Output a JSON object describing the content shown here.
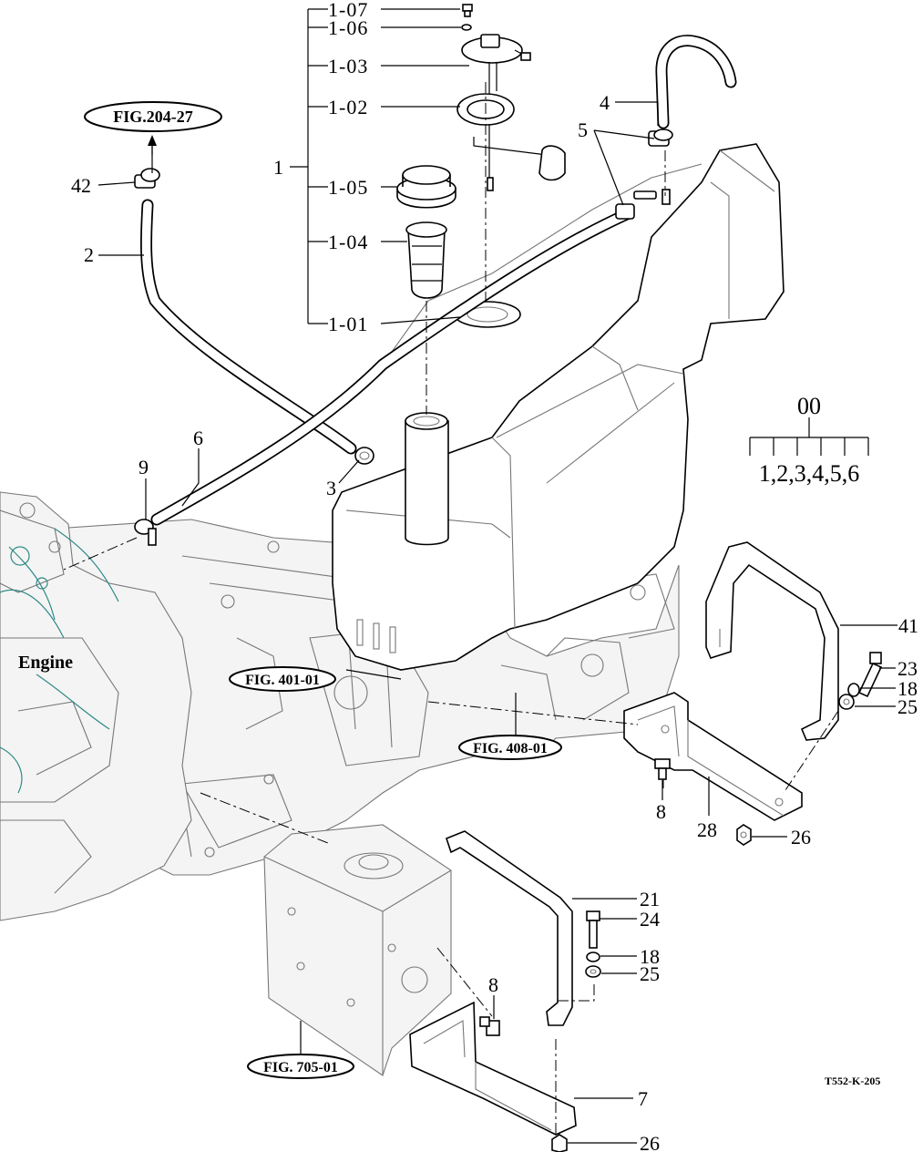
{
  "drawing_code": "T552-K-205",
  "engine_label": "Engine",
  "figure_refs": {
    "fig_204_27": "FIG.204-27",
    "fig_401_01": "FIG. 401-01",
    "fig_408_01": "FIG. 408-01",
    "fig_705_01": "FIG. 705-01"
  },
  "tree": {
    "root_label": "1",
    "items": [
      "1-07",
      "1-06",
      "1-03",
      "1-02",
      "1-05",
      "1-04",
      "1-01"
    ]
  },
  "assembly_key": {
    "top": "00",
    "bottom": "1,2,3,4,5,6"
  },
  "callouts": {
    "c42": "42",
    "c2": "2",
    "c6": "6",
    "c9": "9",
    "c3": "3",
    "c4": "4",
    "c5": "5",
    "c41": "41",
    "c23": "23",
    "c18a": "18",
    "c25a": "25",
    "c8a": "8",
    "c28": "28",
    "c26a": "26",
    "c21": "21",
    "c24": "24",
    "c18b": "18",
    "c25b": "25",
    "c8b": "8",
    "c7": "7",
    "c26b": "26"
  }
}
